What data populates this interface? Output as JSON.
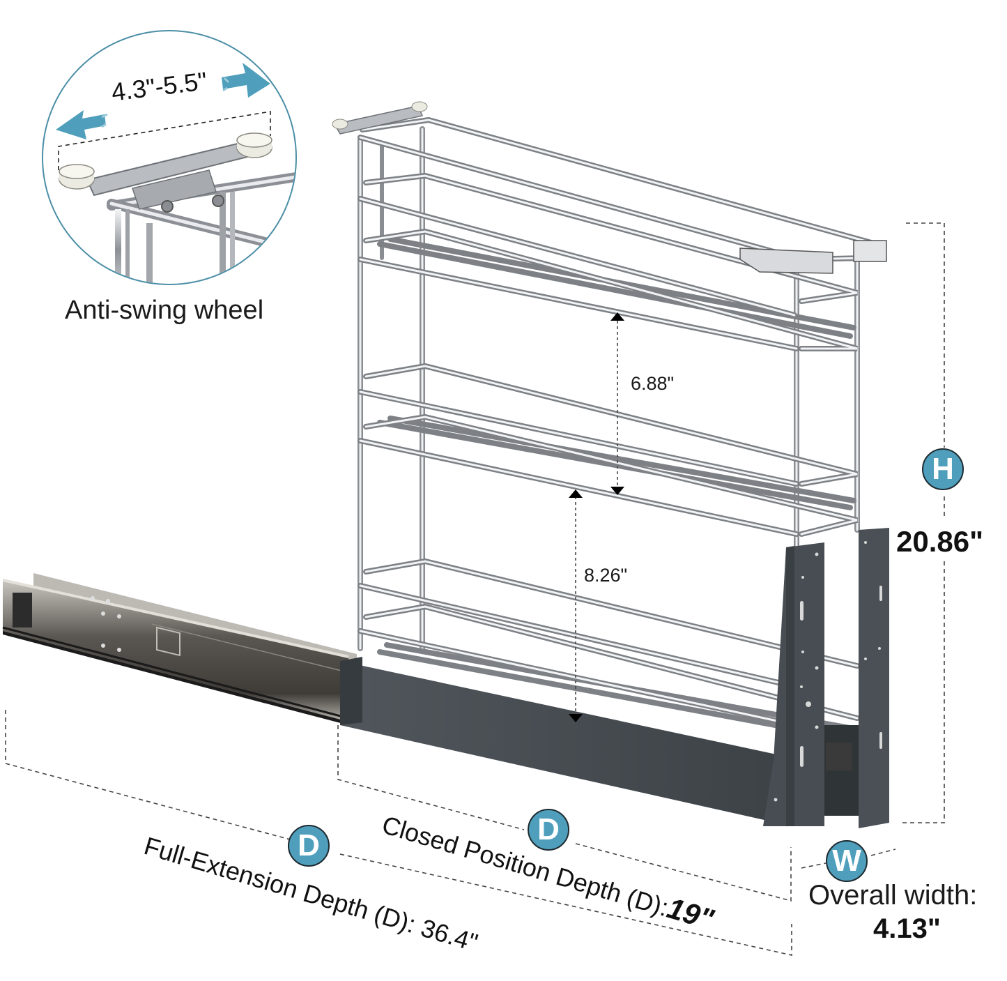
{
  "diagram": {
    "subject": "Pull-out slim cabinet organizer rack with drawer slide",
    "colors": {
      "badge_fill": "#4f9fbc",
      "badge_outline": "#1e2a30",
      "arrow_accent": "#4f9fbc",
      "frame_dark": "#454b50",
      "chrome": "#c8cbce",
      "dashed_line": "#444444",
      "text": "#111111"
    }
  },
  "inset": {
    "caption": "Anti-swing wheel",
    "range_label": "4.3\"-5.5\"",
    "icons": [
      "double-arrow-icon"
    ]
  },
  "shelf_spacing": {
    "upper": "6.88\"",
    "lower": "8.26\""
  },
  "height": {
    "badge": "H",
    "value": "20.86\""
  },
  "width": {
    "badge": "W",
    "label": "Overall width:",
    "value": "4.13\""
  },
  "closed_depth": {
    "badge": "D",
    "label": "Closed Position Depth (D):",
    "value": "19\""
  },
  "full_depth": {
    "badge": "D",
    "label": "Full-Extension Depth (D): 36.4\""
  }
}
